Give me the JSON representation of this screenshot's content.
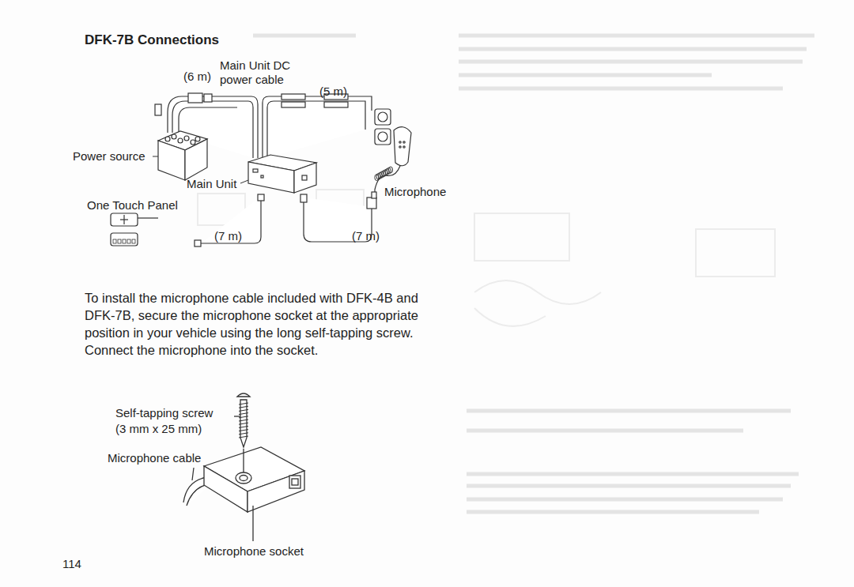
{
  "diagram": {
    "title": "DFK-7B Connections",
    "labels": [
      "(6 m)",
      "Main Unit DC power cable",
      "(5 m)",
      "Power source",
      "Main Unit",
      "Microphone",
      "One Touch Panel",
      "(7 m)",
      "(7 m)",
      "To install the microphone cable included with DFK-4B and DFK-7B, secure the microphone socket at the appropriate position in your vehicle using the long self-tapping screw. Connect the microphone into the socket.",
      "Self-tapping screw",
      "(3 mm x 25 mm)",
      "Microphone cable",
      "Microphone socket",
      "114"
    ]
  }
}
